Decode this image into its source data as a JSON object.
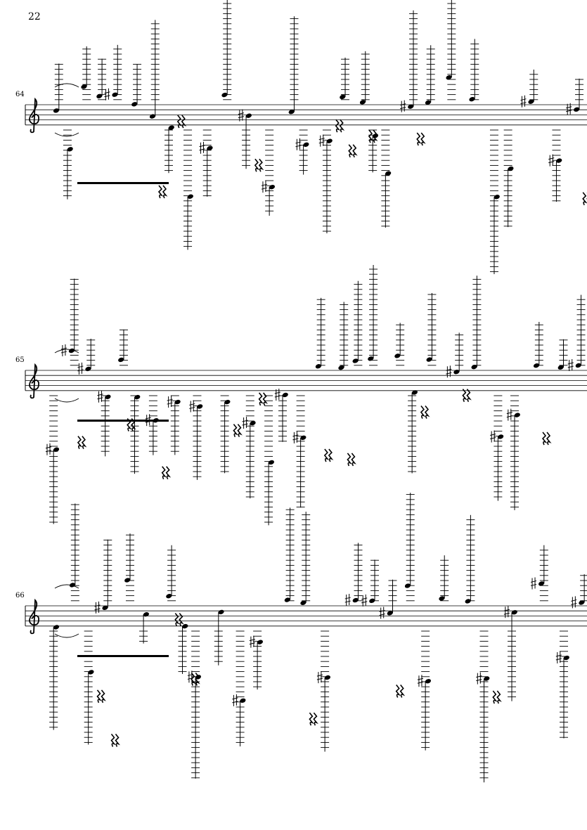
{
  "page": {
    "number": "22"
  },
  "systems": [
    {
      "measure_number": "64"
    },
    {
      "measure_number": "65"
    },
    {
      "measure_number": "66"
    }
  ]
}
